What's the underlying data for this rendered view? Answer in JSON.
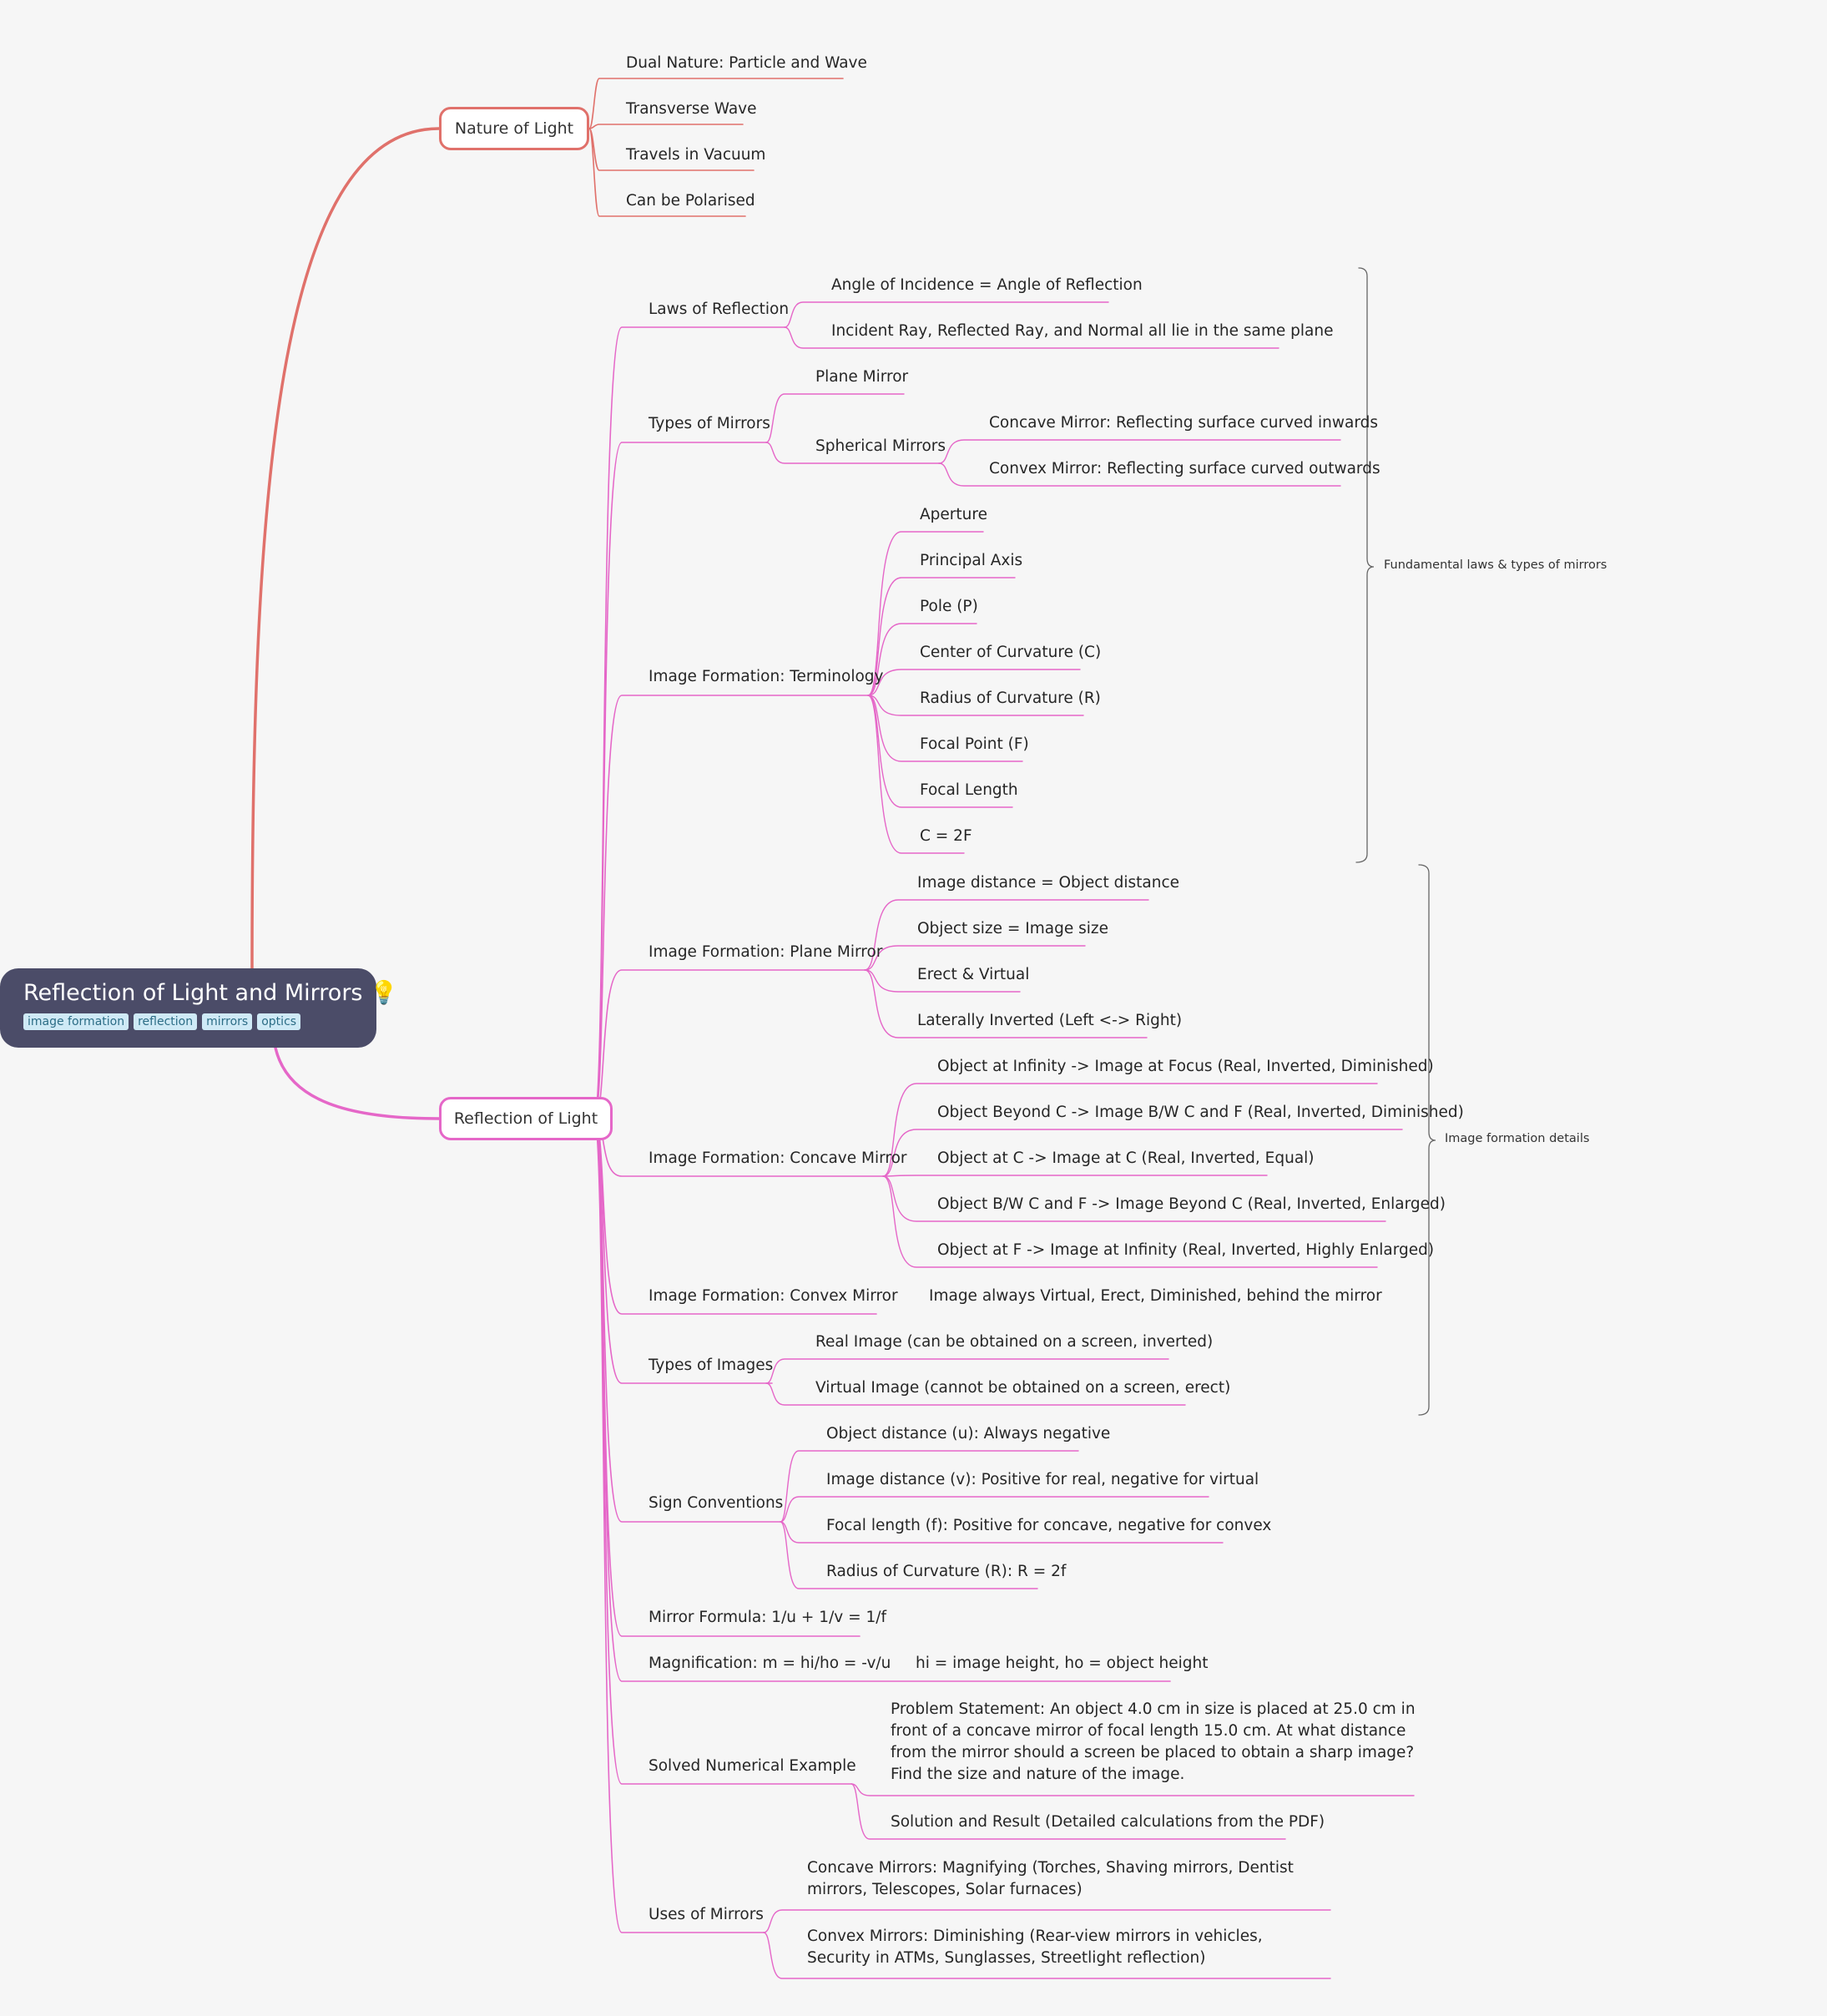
{
  "root": {
    "title": "Reflection of Light and Mirrors 💡",
    "tags": [
      "image formation",
      "reflection",
      "mirrors",
      "optics"
    ]
  },
  "nature": {
    "label": "Nature of Light",
    "items": [
      "Dual Nature: Particle and Wave",
      "Transverse Wave",
      "Travels in Vacuum",
      "Can be Polarised"
    ]
  },
  "reflection": {
    "label": "Reflection of Light",
    "topics": [
      {
        "label": "Laws of Reflection",
        "items": [
          "Angle of Incidence = Angle of Reflection",
          "Incident Ray, Reflected Ray, and Normal all lie in the same plane"
        ]
      },
      {
        "label": "Types of Mirrors",
        "items": [
          "Plane Mirror",
          "Spherical Mirrors"
        ],
        "sub": [
          "Concave Mirror: Reflecting surface curved inwards",
          "Convex Mirror: Reflecting surface curved outwards"
        ]
      },
      {
        "label": "Image Formation: Terminology",
        "items": [
          "Aperture",
          "Principal Axis",
          "Pole (P)",
          "Center of Curvature (C)",
          "Radius of Curvature (R)",
          "Focal Point (F)",
          "Focal Length",
          "C = 2F"
        ]
      },
      {
        "label": "Image Formation: Plane Mirror",
        "items": [
          "Image distance = Object distance",
          "Object size = Image size",
          "Erect & Virtual",
          "Laterally Inverted (Left <-> Right)"
        ]
      },
      {
        "label": "Image Formation: Concave Mirror",
        "items": [
          "Object at Infinity -> Image at Focus (Real, Inverted, Diminished)",
          "Object Beyond C -> Image B/W C and F (Real, Inverted, Diminished)",
          "Object at C -> Image at C (Real, Inverted, Equal)",
          "Object B/W C and F -> Image Beyond C (Real, Inverted, Enlarged)",
          "Object at F -> Image at Infinity (Real, Inverted, Highly Enlarged)"
        ]
      },
      {
        "label": "Image Formation: Convex Mirror",
        "items": [
          "Image always Virtual, Erect, Diminished, behind the mirror"
        ]
      },
      {
        "label": "Types of Images",
        "items": [
          "Real Image (can be obtained on a screen, inverted)",
          "Virtual Image (cannot be obtained on a screen, erect)"
        ]
      },
      {
        "label": "Sign Conventions",
        "items": [
          "Object distance (u): Always negative",
          "Image distance (v): Positive for real, negative for virtual",
          "Focal length (f): Positive for concave, negative for convex",
          "Radius of Curvature (R):  R = 2f"
        ]
      },
      {
        "label": "Mirror Formula: 1/u + 1/v = 1/f",
        "items": []
      },
      {
        "label": "Magnification: m = hi/ho = -v/u",
        "items": [
          "hi = image height, ho = object height"
        ]
      },
      {
        "label": "Solved Numerical Example",
        "items": [
          "Problem Statement:  An object 4.0 cm in size is placed at 25.0 cm in front of a concave mirror of focal length 15.0 cm. At what distance from the mirror should a screen be placed to obtain a sharp image? Find the size and nature of the image.",
          "Solution and Result (Detailed calculations from the PDF)"
        ]
      },
      {
        "label": "Uses of Mirrors",
        "items": [
          "Concave Mirrors: Magnifying (Torches, Shaving mirrors, Dentist mirrors, Telescopes, Solar furnaces)",
          "Convex Mirrors: Diminishing (Rear-view mirrors in vehicles, Security in ATMs, Sunglasses, Streetlight reflection)"
        ]
      }
    ]
  },
  "summaries": [
    "Fundamental laws & types of mirrors",
    "Image formation details"
  ],
  "colors": {
    "background": "#f6f6f6",
    "root": "#4b4c68",
    "branch_nature": "#e0716b",
    "branch_reflection": "#e567c8",
    "tag_bg": "#cfeaf6",
    "tag_text": "#2c6d86"
  }
}
